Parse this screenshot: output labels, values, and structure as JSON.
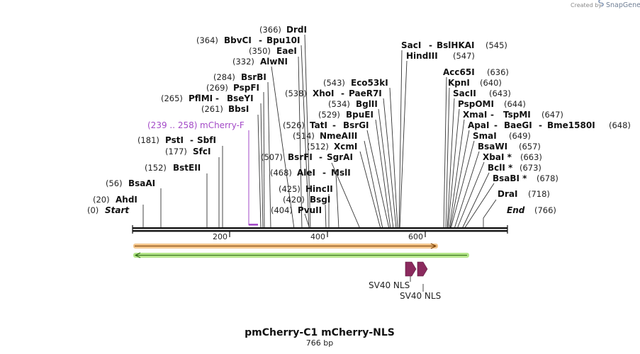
{
  "credit": {
    "prefix": "Created by",
    "brand": "SnapGene",
    "logo_icon": "snapgene-logo-icon"
  },
  "title": "pmCherry-C1 mCherry-NLS",
  "length_label": "766 bp",
  "axis": {
    "ticks": [
      200,
      400,
      600
    ]
  },
  "ends": [
    {
      "pos": "(0)",
      "name": "Start"
    },
    {
      "pos": "(766)",
      "name": "End"
    }
  ],
  "primer": {
    "pos": "(239 .. 258)",
    "name": "mCherry-F",
    "color": "#a34ac7"
  },
  "sites": [
    {
      "pos": "(20)",
      "names": [
        "AhdI"
      ]
    },
    {
      "pos": "(56)",
      "names": [
        "BsaAI"
      ]
    },
    {
      "pos": "(152)",
      "names": [
        "BstEII"
      ]
    },
    {
      "pos": "(177)",
      "names": [
        "SfcI"
      ]
    },
    {
      "pos": "(181)",
      "names": [
        "PstI",
        "SbfI"
      ]
    },
    {
      "pos": "(261)",
      "names": [
        "BbsI"
      ]
    },
    {
      "pos": "(265)",
      "names": [
        "PflMI",
        "BseYI"
      ]
    },
    {
      "pos": "(269)",
      "names": [
        "PspFI"
      ]
    },
    {
      "pos": "(284)",
      "names": [
        "BsrBI"
      ]
    },
    {
      "pos": "(332)",
      "names": [
        "AlwNI"
      ]
    },
    {
      "pos": "(350)",
      "names": [
        "EaeI"
      ]
    },
    {
      "pos": "(364)",
      "names": [
        "BbvCI",
        "Bpu10I"
      ]
    },
    {
      "pos": "(366)",
      "names": [
        "DrdI"
      ]
    },
    {
      "pos": "(404)",
      "names": [
        "PvuII"
      ]
    },
    {
      "pos": "(420)",
      "names": [
        "BsgI"
      ]
    },
    {
      "pos": "(425)",
      "names": [
        "HincII"
      ]
    },
    {
      "pos": "(468)",
      "names": [
        "AleI",
        "MslI"
      ]
    },
    {
      "pos": "(507)",
      "names": [
        "BsrFI",
        "SgrAI"
      ]
    },
    {
      "pos": "(512)",
      "names": [
        "XcmI"
      ]
    },
    {
      "pos": "(514)",
      "names": [
        "NmeAIII"
      ]
    },
    {
      "pos": "(526)",
      "names": [
        "TatI",
        "BsrGI"
      ]
    },
    {
      "pos": "(529)",
      "names": [
        "BpuEI"
      ]
    },
    {
      "pos": "(534)",
      "names": [
        "BglII"
      ]
    },
    {
      "pos": "(538)",
      "names": [
        "XhoI",
        "PaeR7I"
      ]
    },
    {
      "pos": "(543)",
      "names": [
        "Eco53kI"
      ]
    },
    {
      "pos": "(545)",
      "names": [
        "SacI",
        "BslHKAI"
      ]
    },
    {
      "pos": "(547)",
      "names": [
        "HindIII"
      ]
    },
    {
      "pos": "(636)",
      "names": [
        "Acc65I"
      ]
    },
    {
      "pos": "(640)",
      "names": [
        "KpnI"
      ]
    },
    {
      "pos": "(643)",
      "names": [
        "SacII"
      ]
    },
    {
      "pos": "(644)",
      "names": [
        "PspOMI"
      ]
    },
    {
      "pos": "(647)",
      "names": [
        "XmaI",
        "TspMI"
      ]
    },
    {
      "pos": "(648)",
      "names": [
        "ApaI",
        "BaeGI",
        "Bme1580I"
      ]
    },
    {
      "pos": "(649)",
      "names": [
        "SmaI"
      ]
    },
    {
      "pos": "(657)",
      "names": [
        "BsaWI"
      ]
    },
    {
      "pos": "(663)",
      "names": [
        "XbaI *"
      ]
    },
    {
      "pos": "(673)",
      "names": [
        "BclI *"
      ]
    },
    {
      "pos": "(678)",
      "names": [
        "BsaBI *"
      ]
    },
    {
      "pos": "(718)",
      "names": [
        "DraI"
      ]
    }
  ],
  "features": [
    {
      "name": "SV40 NLS"
    },
    {
      "name": "SV40 NLS"
    }
  ],
  "colors": {
    "orf_forward": "#f2c48a",
    "orf_forward_arrow": "#7a3d00",
    "orf_reverse": "#b4e58a",
    "orf_reverse_arrow": "#2f6b12",
    "nls_feature": "#8b2a5e",
    "backbone": "#111111"
  }
}
